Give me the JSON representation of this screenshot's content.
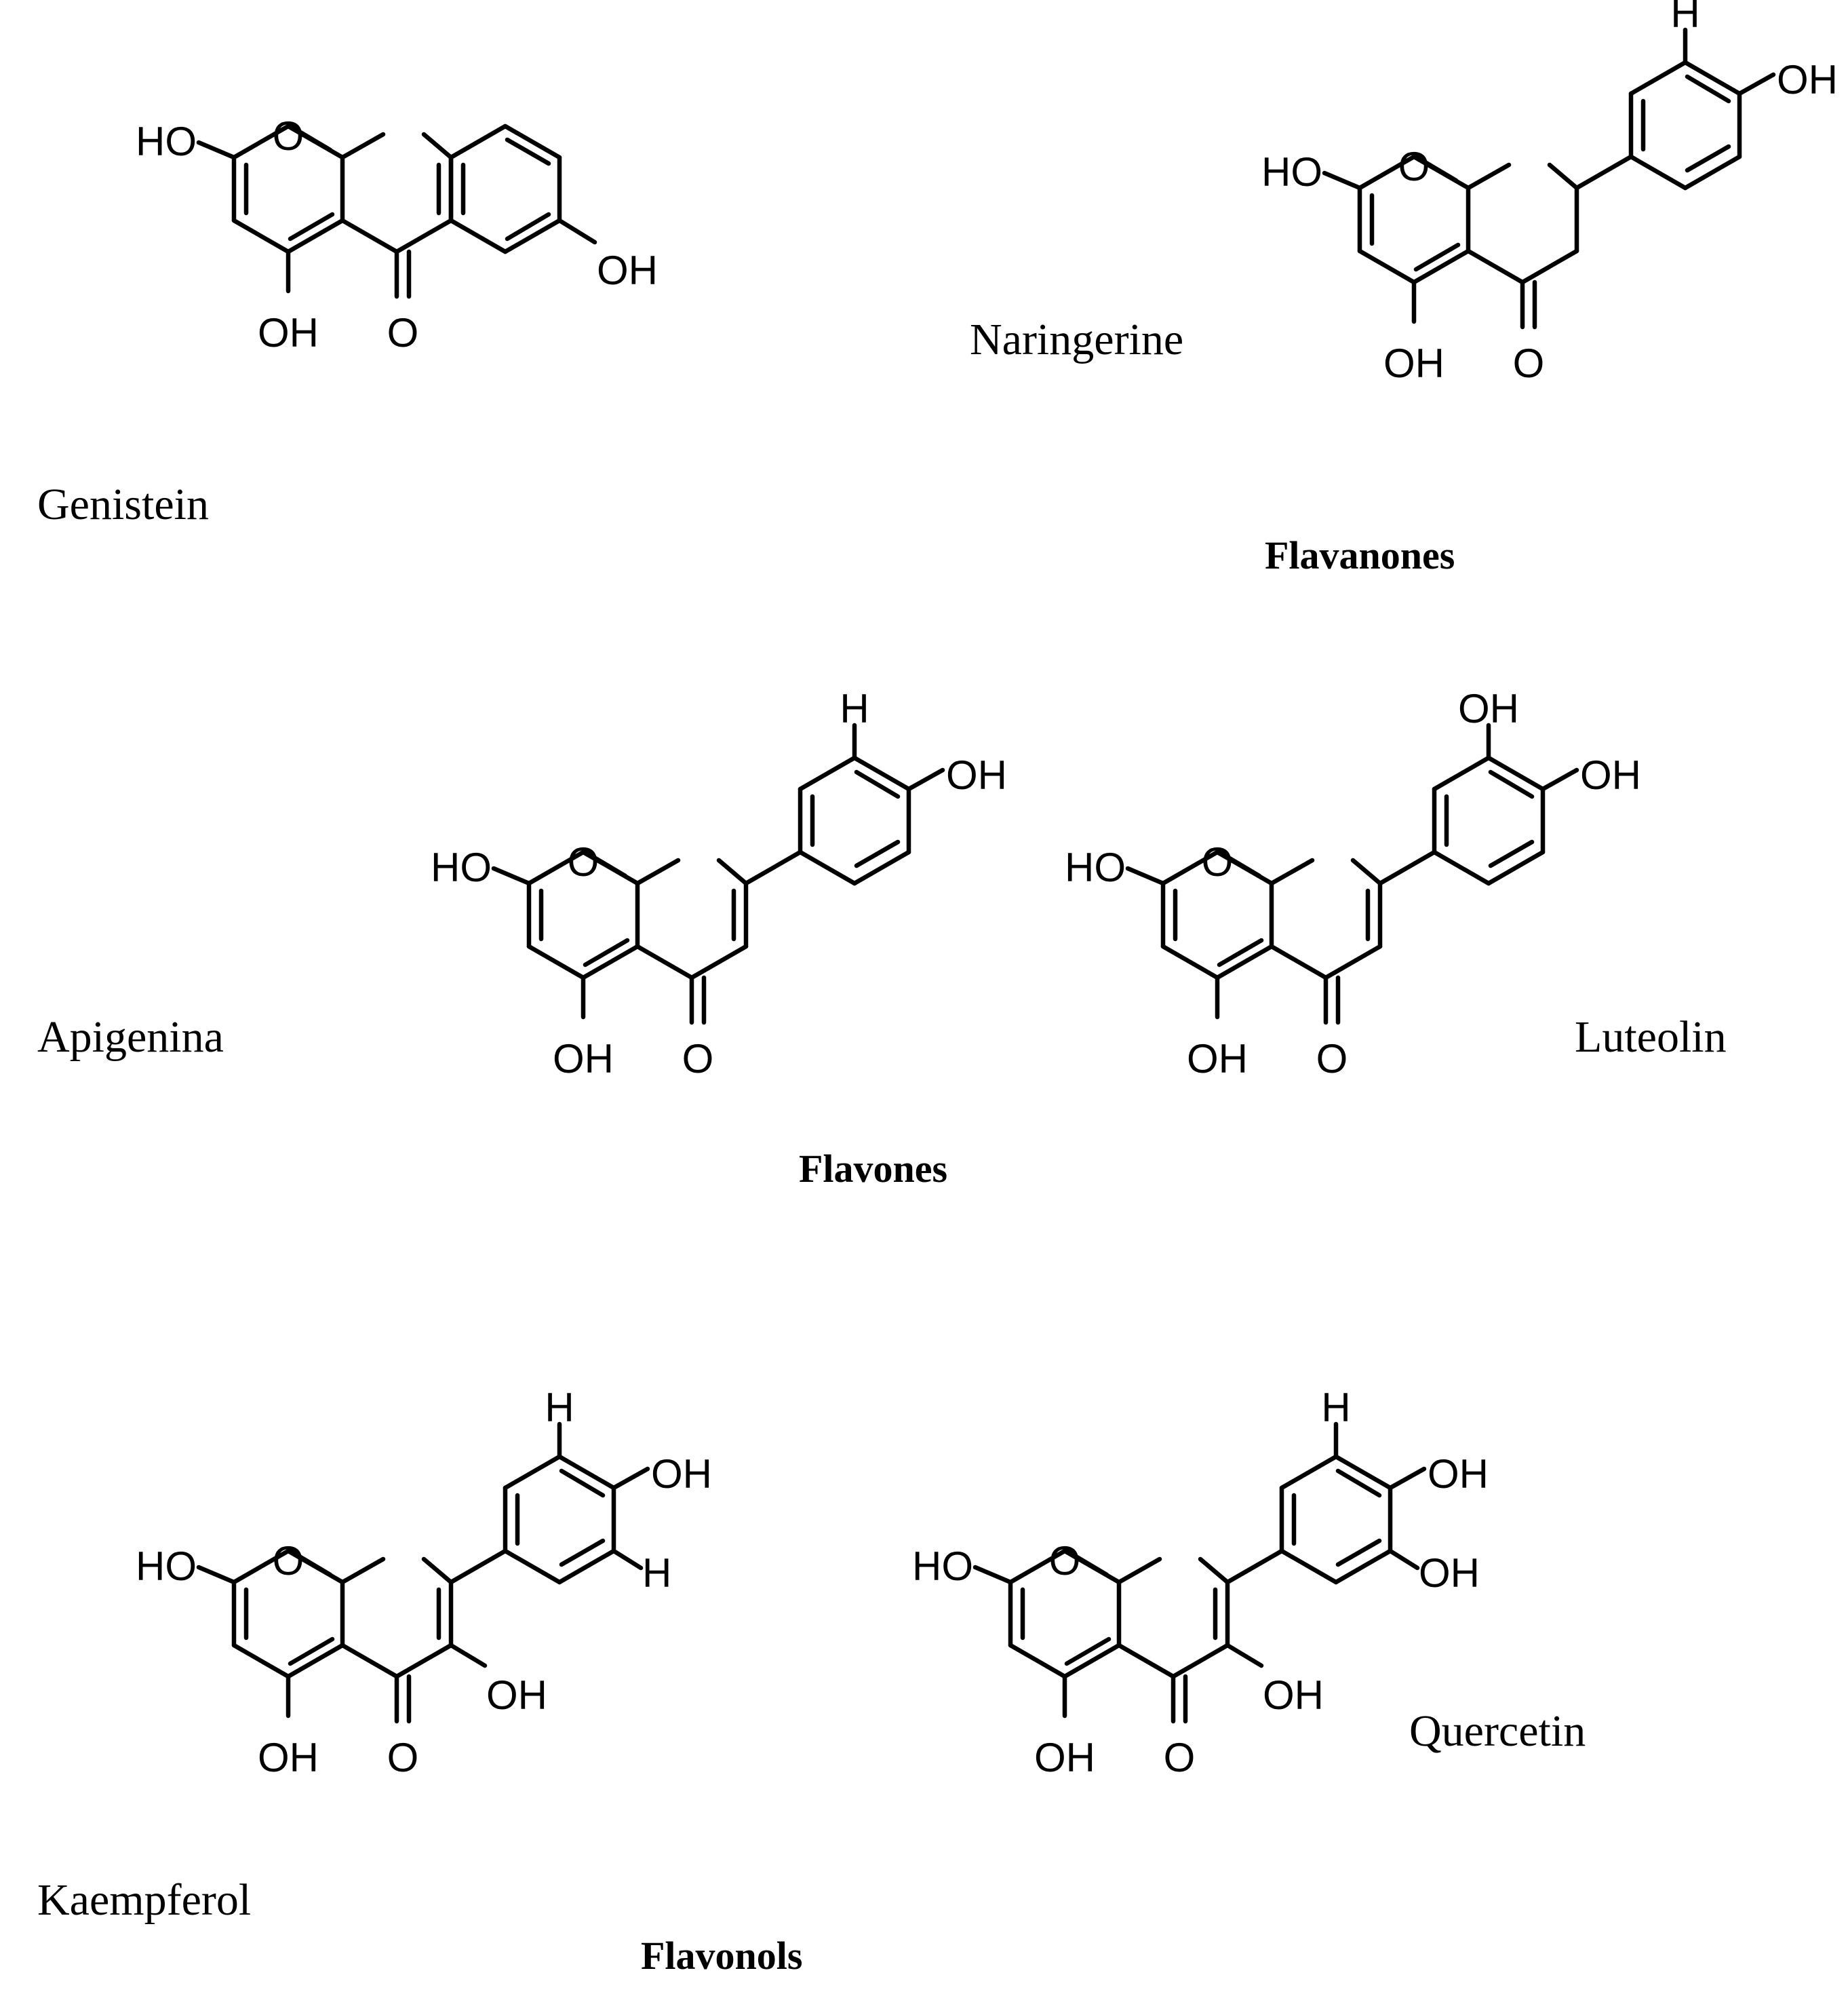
{
  "compounds": [
    {
      "id": "genistein",
      "name": "Genistein",
      "kind": "isoflavone",
      "atoms": {
        "ho7": "HO",
        "o1": "O",
        "oh5": "OH",
        "o4": "O",
        "ho4p": "OH"
      }
    },
    {
      "id": "naringerine",
      "name": "Naringerine",
      "kind": "flavanone",
      "atoms": {
        "ho7": "HO",
        "o1": "O",
        "oh5": "OH",
        "o4": "O",
        "sub3p": "H",
        "sub4p": "OH"
      }
    },
    {
      "id": "apigenina",
      "name": "Apigenina",
      "kind": "flavone",
      "atoms": {
        "ho7": "HO",
        "o1": "O",
        "oh5": "OH",
        "o4": "O",
        "sub3p": "H",
        "sub4p": "OH"
      }
    },
    {
      "id": "luteolin",
      "name": "Luteolin",
      "kind": "flavone",
      "atoms": {
        "ho7": "HO",
        "o1": "O",
        "oh5": "OH",
        "o4": "O",
        "sub3p": "OH",
        "sub4p": "OH"
      }
    },
    {
      "id": "kaempferol",
      "name": "Kaempferol",
      "kind": "flavonol",
      "atoms": {
        "ho7": "HO",
        "o1": "O",
        "oh5": "OH",
        "o4": "O",
        "oh3": "OH",
        "sub3p": "H",
        "sub4p": "OH",
        "sub5p": "H"
      }
    },
    {
      "id": "quercetin",
      "name": "Quercetin",
      "kind": "flavonol",
      "atoms": {
        "ho7": "HO",
        "o1": "O",
        "oh5": "OH",
        "o4": "O",
        "oh3": "OH",
        "sub3p": "H",
        "sub4p": "OH",
        "sub5p": "OH"
      }
    }
  ],
  "classes": {
    "flavanones": "Flavanones",
    "flavones": "Flavones",
    "flavonols": "Flavonols"
  }
}
